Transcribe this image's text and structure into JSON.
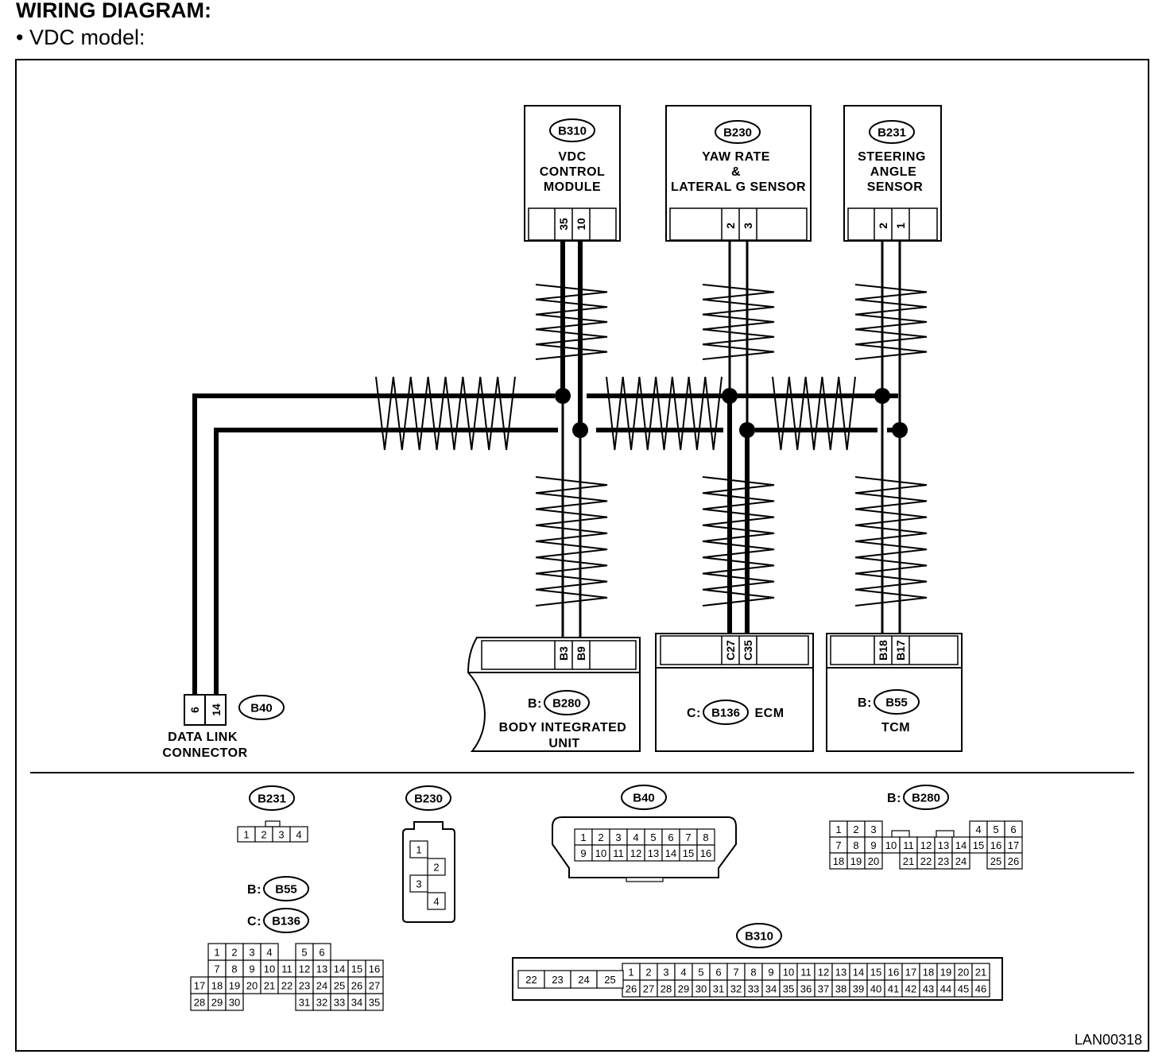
{
  "header": {
    "title": "WIRING DIAGRAM:",
    "subtitle": "•  VDC model:"
  },
  "figure_code": "LAN00318",
  "components": {
    "vdc": {
      "code": "B310",
      "lines": [
        "VDC",
        "CONTROL",
        "MODULE"
      ],
      "pins": [
        "35",
        "10"
      ]
    },
    "yaw": {
      "code": "B230",
      "lines": [
        "YAW RATE",
        "&",
        "LATERAL G SENSOR"
      ],
      "pins": [
        "2",
        "3"
      ]
    },
    "steer": {
      "code": "B231",
      "lines": [
        "STEERING",
        "ANGLE",
        "SENSOR"
      ],
      "pins": [
        "2",
        "1"
      ]
    },
    "dlc": {
      "code": "B40",
      "lines": [
        "DATA LINK",
        "CONNECTOR"
      ],
      "pins": [
        "6",
        "14"
      ]
    },
    "biu": {
      "prefix": "B:",
      "code": "B280",
      "lines": [
        "BODY INTEGRATED",
        "UNIT"
      ],
      "pins": [
        "B3",
        "B9"
      ]
    },
    "ecm": {
      "prefix": "C:",
      "code": "B136",
      "name": "ECM",
      "pins": [
        "C27",
        "C35"
      ]
    },
    "tcm": {
      "prefix": "B:",
      "code": "B55",
      "name": "TCM",
      "pins": [
        "B18",
        "B17"
      ]
    }
  },
  "connectors": {
    "b231": {
      "code": "B231",
      "rows": [
        [
          "1",
          "2",
          "3",
          "4"
        ]
      ]
    },
    "b230": {
      "code": "B230",
      "pins": [
        "1",
        "2",
        "3",
        "4"
      ]
    },
    "b40": {
      "code": "B40",
      "rows": [
        [
          "1",
          "2",
          "3",
          "4",
          "5",
          "6",
          "7",
          "8"
        ],
        [
          "9",
          "10",
          "11",
          "12",
          "13",
          "14",
          "15",
          "16"
        ]
      ]
    },
    "b280": {
      "prefix": "B:",
      "code": "B280",
      "rows": [
        [
          "1",
          "2",
          "3",
          "",
          "",
          "",
          "",
          "",
          "4",
          "5",
          "6"
        ],
        [
          "7",
          "8",
          "9",
          "10",
          "11",
          "12",
          "13",
          "14",
          "15",
          "16",
          "17"
        ],
        [
          "18",
          "19",
          "20",
          "",
          "21",
          "22",
          "23",
          "24",
          "",
          "25",
          "26"
        ]
      ]
    },
    "b55_b136": {
      "prefix1": "B:",
      "code1": "B55",
      "prefix2": "C:",
      "code2": "B136",
      "rows": [
        [
          "",
          "1",
          "2",
          "3",
          "4",
          "",
          "5",
          "6"
        ],
        [
          "",
          "7",
          "8",
          "9",
          "10",
          "11",
          "12",
          "13",
          "14",
          "15",
          "16"
        ],
        [
          "17",
          "18",
          "19",
          "20",
          "21",
          "22",
          "23",
          "24",
          "25",
          "26",
          "27"
        ],
        [
          "28",
          "29",
          "30",
          "",
          "",
          "",
          "31",
          "32",
          "33",
          "34",
          "35"
        ]
      ]
    },
    "b310": {
      "code": "B310",
      "left": [
        "22",
        "23",
        "24",
        "25"
      ],
      "rows": [
        [
          "1",
          "2",
          "3",
          "4",
          "5",
          "6",
          "7",
          "8",
          "9",
          "10",
          "11",
          "12",
          "13",
          "14",
          "15",
          "16",
          "17",
          "18",
          "19",
          "20",
          "21"
        ],
        [
          "26",
          "27",
          "28",
          "29",
          "30",
          "31",
          "32",
          "33",
          "34",
          "35",
          "36",
          "37",
          "38",
          "39",
          "40",
          "41",
          "42",
          "43",
          "44",
          "45",
          "46"
        ]
      ]
    }
  }
}
